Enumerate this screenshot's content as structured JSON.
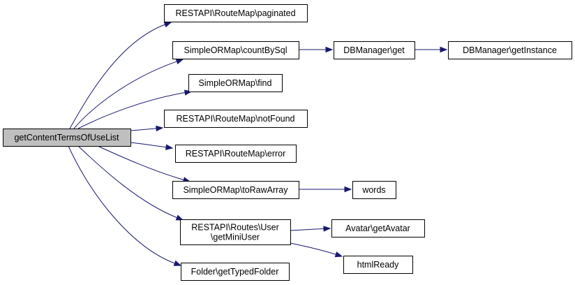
{
  "graph": {
    "nodes": [
      {
        "id": "root",
        "lines": [
          "getContentTermsOfUseList"
        ],
        "root": true
      },
      {
        "id": "paginated",
        "lines": [
          "RESTAPI\\RouteMap\\paginated"
        ]
      },
      {
        "id": "countBySql",
        "lines": [
          "SimpleORMap\\countBySql"
        ]
      },
      {
        "id": "find",
        "lines": [
          "SimpleORMap\\find"
        ]
      },
      {
        "id": "notFound",
        "lines": [
          "RESTAPI\\RouteMap\\notFound"
        ]
      },
      {
        "id": "error",
        "lines": [
          "RESTAPI\\RouteMap\\error"
        ]
      },
      {
        "id": "toRawArray",
        "lines": [
          "SimpleORMap\\toRawArray"
        ]
      },
      {
        "id": "getMiniUser",
        "lines": [
          "RESTAPI\\Routes\\User",
          "\\getMiniUser"
        ]
      },
      {
        "id": "getTypedFolder",
        "lines": [
          "Folder\\getTypedFolder"
        ]
      },
      {
        "id": "dbGet",
        "lines": [
          "DBManager\\get"
        ]
      },
      {
        "id": "getInstance",
        "lines": [
          "DBManager\\getInstance"
        ]
      },
      {
        "id": "words",
        "lines": [
          "words"
        ]
      },
      {
        "id": "getAvatar",
        "lines": [
          "Avatar\\getAvatar"
        ]
      },
      {
        "id": "htmlReady",
        "lines": [
          "htmlReady"
        ]
      }
    ],
    "edges": [
      {
        "from": "root",
        "to": "paginated"
      },
      {
        "from": "root",
        "to": "countBySql"
      },
      {
        "from": "root",
        "to": "find"
      },
      {
        "from": "root",
        "to": "notFound"
      },
      {
        "from": "root",
        "to": "error"
      },
      {
        "from": "root",
        "to": "toRawArray"
      },
      {
        "from": "root",
        "to": "getMiniUser"
      },
      {
        "from": "root",
        "to": "getTypedFolder"
      },
      {
        "from": "countBySql",
        "to": "dbGet"
      },
      {
        "from": "dbGet",
        "to": "getInstance"
      },
      {
        "from": "toRawArray",
        "to": "words"
      },
      {
        "from": "getMiniUser",
        "to": "getAvatar"
      },
      {
        "from": "getMiniUser",
        "to": "htmlReady"
      }
    ]
  }
}
